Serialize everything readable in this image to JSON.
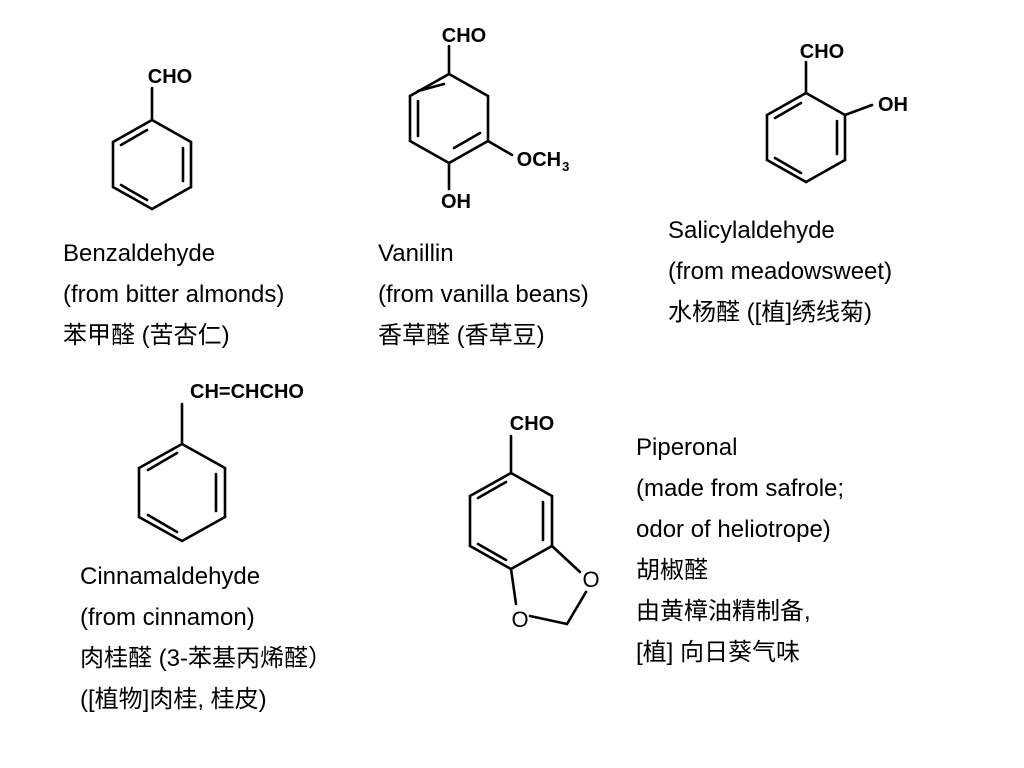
{
  "molecules": {
    "benzaldehyde": {
      "substituent_cho": "CHO",
      "name": "Benzaldehyde",
      "source": "(from bitter almonds)",
      "chinese": "苯甲醛 (苦杏仁)"
    },
    "vanillin": {
      "substituent_cho": "CHO",
      "substituent_och3": "OCH",
      "substituent_och3_subscript": "3",
      "substituent_oh": "OH",
      "name": "Vanillin",
      "source": "(from vanilla beans)",
      "chinese": "香草醛 (香草豆)"
    },
    "salicylaldehyde": {
      "substituent_cho": "CHO",
      "substituent_oh": "OH",
      "name": "Salicylaldehyde",
      "source": "(from meadowsweet)",
      "chinese": "水杨醛 ([植]绣线菊)"
    },
    "cinnamaldehyde": {
      "substituent_chain": "CH=CHCHO",
      "name": "Cinnamaldehyde",
      "source": "(from cinnamon)",
      "chinese": "肉桂醛 (3-苯基丙烯醛）",
      "chinese_source": "([植物]肉桂, 桂皮)"
    },
    "piperonal": {
      "substituent_cho": "CHO",
      "ring_oxygen_upper": "O",
      "ring_oxygen_lower": "O",
      "name": "Piperonal",
      "source_line1": "(made from safrole;",
      "source_line2": "odor of heliotrope)",
      "chinese": "胡椒醛",
      "chinese_source": "由黄樟油精制备,",
      "chinese_odor": "[植] 向日葵气味"
    }
  }
}
